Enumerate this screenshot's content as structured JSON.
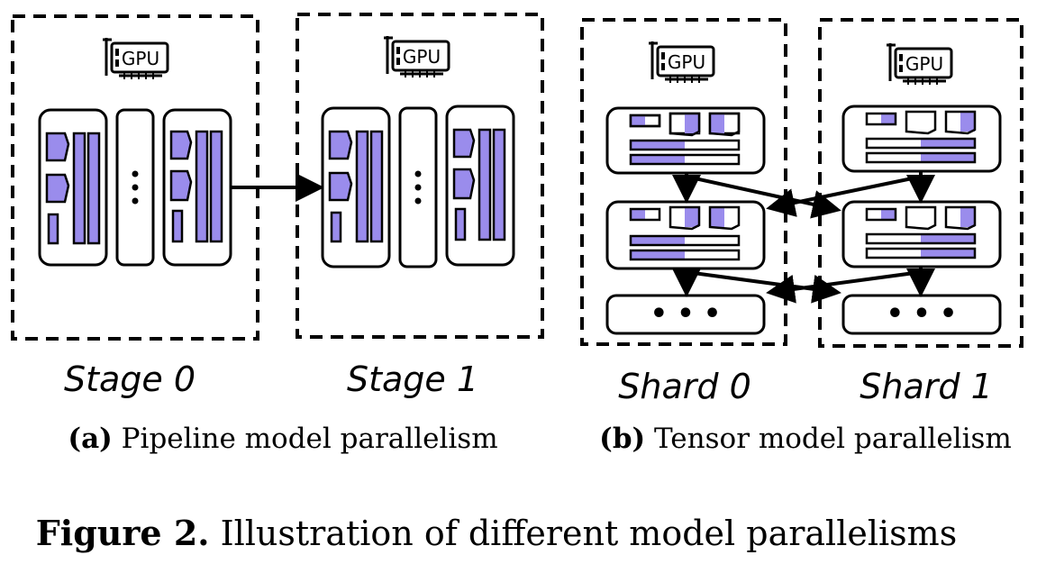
{
  "gpu_label": "GPU",
  "pipeline": {
    "stages": [
      "Stage 0",
      "Stage 1"
    ],
    "caption_prefix": "(a)",
    "caption_text": " Pipeline model parallelism"
  },
  "tensor": {
    "shards": [
      "Shard 0",
      "Shard 1"
    ],
    "caption_prefix": "(b)",
    "caption_text": " Tensor model parallelism",
    "ellipsis": "• • •"
  },
  "figure": {
    "prefix": "Figure 2.",
    "text": " Illustration of different model parallelisms"
  },
  "colors": {
    "accent": "#9a8cec",
    "stroke": "#000000",
    "background": "#ffffff"
  }
}
